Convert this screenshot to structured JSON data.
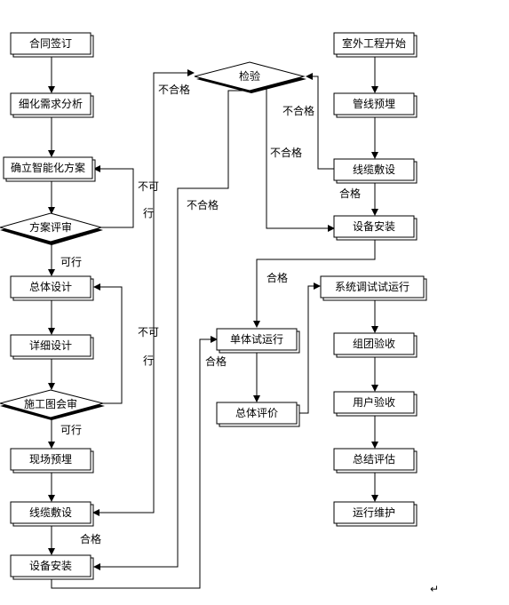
{
  "nodes": {
    "contract": "合同签订",
    "refine": "细化需求分析",
    "plan": "确立智能化方案",
    "plan_review": "方案评审",
    "general_design": "总体设计",
    "detail_design": "详细设计",
    "drawing_review": "施工图会审",
    "site_pre": "现场预埋",
    "cable_left": "线缆敷设",
    "equip_left": "设备安装",
    "inspect": "检验",
    "outdoor_start": "室外工程开始",
    "pipe_pre": "管线预埋",
    "cable_right": "线缆敷设",
    "equip_right": "设备安装",
    "unit_run": "单体试运行",
    "overall_eval": "总体评价",
    "sys_debug": "系统调试试运行",
    "group_accept": "组团验收",
    "user_accept": "用户验收",
    "summary": "总结评估",
    "operation": "运行维护"
  },
  "labels": {
    "no_repeat1": "不可",
    "no_repeat2": "行",
    "no2_repeat1": "不可",
    "no2_repeat2": "行",
    "ok1": "可行",
    "ok2": "可行",
    "pass1": "合格",
    "pass2": "合格",
    "pass3": "合格",
    "pass4": "合格",
    "fail1": "不合格",
    "fail2": "不合格",
    "fail3": "不合格",
    "fail4": "不合格"
  },
  "return_mark": "↵"
}
